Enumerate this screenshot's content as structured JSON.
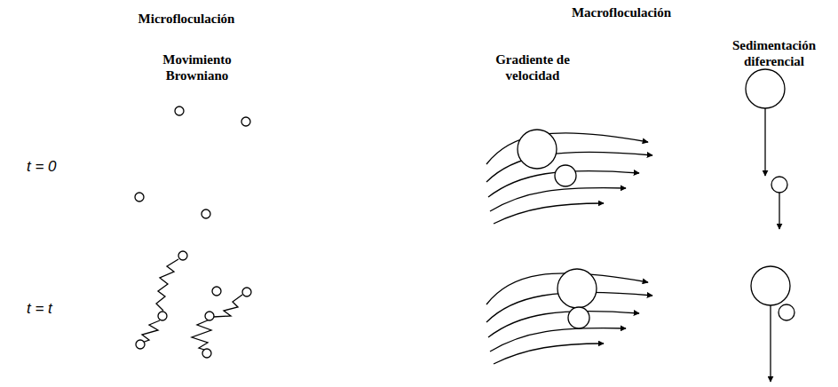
{
  "diagram": {
    "labels": [
      "Microfloculación",
      "Macrofloculación",
      "Movimiento Browniano",
      "Gradiente de velocidad",
      "Sedimentación diferencial",
      "t = 0",
      "t = t"
    ]
  }
}
